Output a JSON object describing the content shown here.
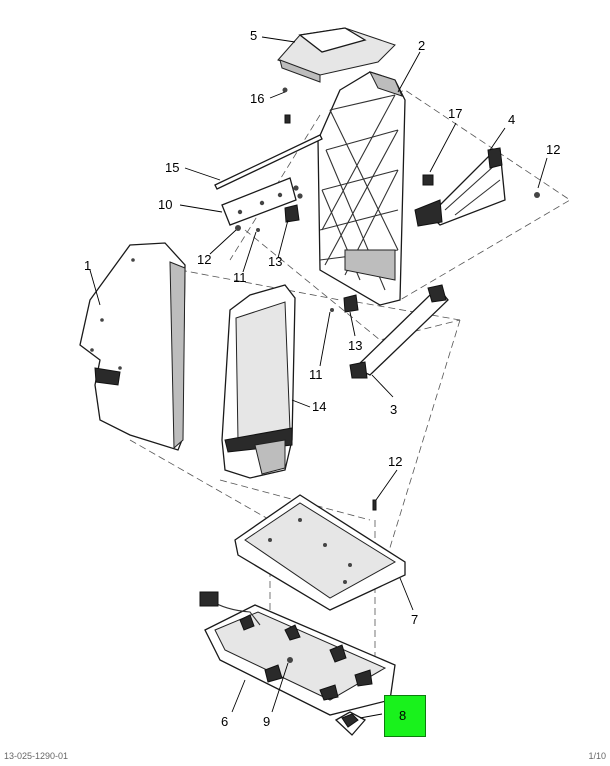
{
  "callouts": [
    {
      "label": "1"
    },
    {
      "label": "2"
    },
    {
      "label": "3"
    },
    {
      "label": "4"
    },
    {
      "label": "5"
    },
    {
      "label": "6"
    },
    {
      "label": "7"
    },
    {
      "label": "8"
    },
    {
      "label": "9"
    },
    {
      "label": "10"
    },
    {
      "label": "11"
    },
    {
      "label": "11"
    },
    {
      "label": "12"
    },
    {
      "label": "12"
    },
    {
      "label": "12"
    },
    {
      "label": "13"
    },
    {
      "label": "13"
    },
    {
      "label": "14"
    },
    {
      "label": "15"
    },
    {
      "label": "16"
    },
    {
      "label": "17"
    }
  ],
  "highlight": {
    "label": "8",
    "color": "#19f21c"
  },
  "footer": {
    "left": "13-025-1290-01",
    "right": "1/10"
  }
}
